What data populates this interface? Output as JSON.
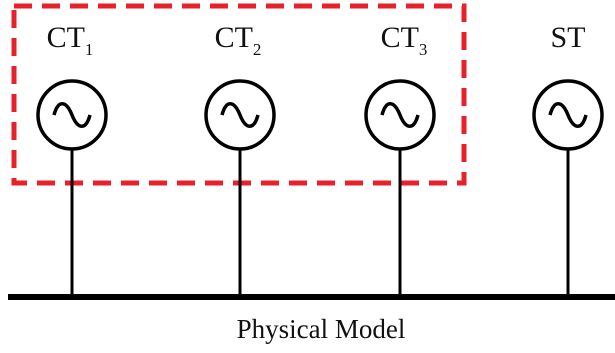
{
  "generators": [
    {
      "label": "CT",
      "subscript": "1",
      "in_group": true
    },
    {
      "label": "CT",
      "subscript": "2",
      "in_group": true
    },
    {
      "label": "CT",
      "subscript": "3",
      "in_group": true
    },
    {
      "label": "ST",
      "subscript": "",
      "in_group": false
    }
  ],
  "group_box": {
    "style": "dashed",
    "color": "#e8202a"
  },
  "bus": {
    "color": "#000000"
  },
  "symbol": "ac-source-icon",
  "caption": "Physical Model"
}
